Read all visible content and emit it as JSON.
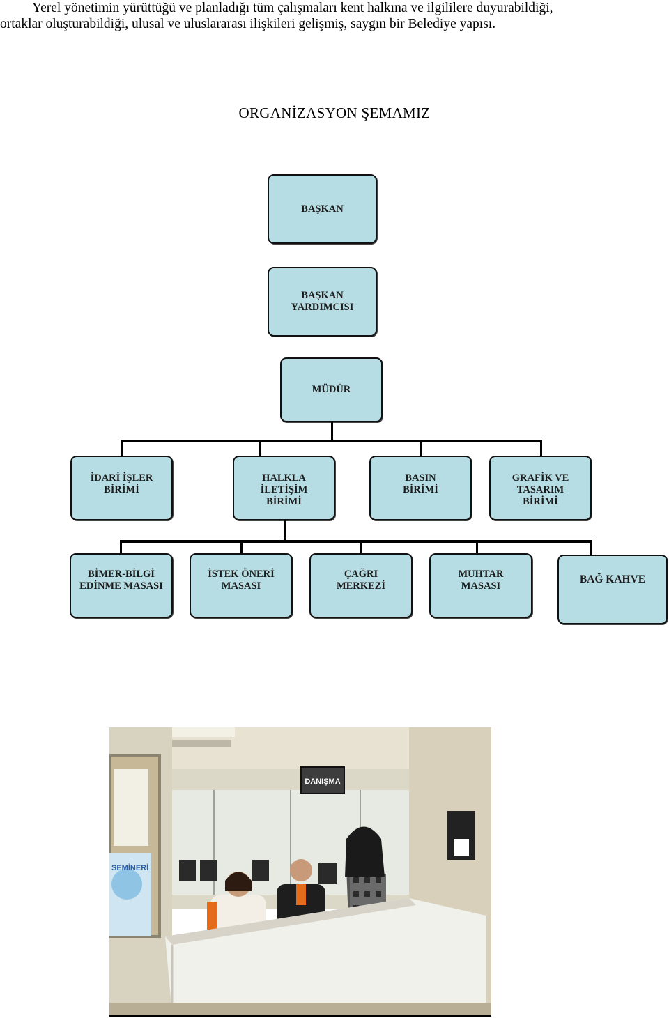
{
  "intro": {
    "line1": "Yerel yönetimin yürüttüğü ve planladığı tüm çalışmaları kent halkına ve ilgililere duyurabildiği,",
    "line2": "ortaklar oluşturabildiği, ulusal ve uluslararası ilişkileri gelişmiş, saygın bir Belediye yapısı."
  },
  "org_chart": {
    "title": "ORGANİZASYON ŞEMAMIZ",
    "level1": "BAŞKAN",
    "level2": "BAŞKAN\nYARDIMCISI",
    "level3": "MÜDÜR",
    "units": [
      "İDARİ İŞLER\nBİRİMİ",
      "HALKLA\nİLETİŞİM\nBİRİMİ",
      "BASIN\nBİRİMİ",
      "GRAFİK VE\nTASARIM\nBİRİMİ"
    ],
    "desks": [
      "BİMER-BİLGİ\nEDİNME MASASI",
      "İSTEK ÖNERİ\nMASASI",
      "ÇAĞRI\nMERKEZİ",
      "MUHTAR\nMASASI",
      "BAĞ KAHVE"
    ]
  },
  "photo": {
    "sign_text": "DANIŞMA",
    "poster_text": "SEMİNERİ"
  },
  "colors": {
    "box_fill": "#b6dde3",
    "box_border": "#111111"
  }
}
